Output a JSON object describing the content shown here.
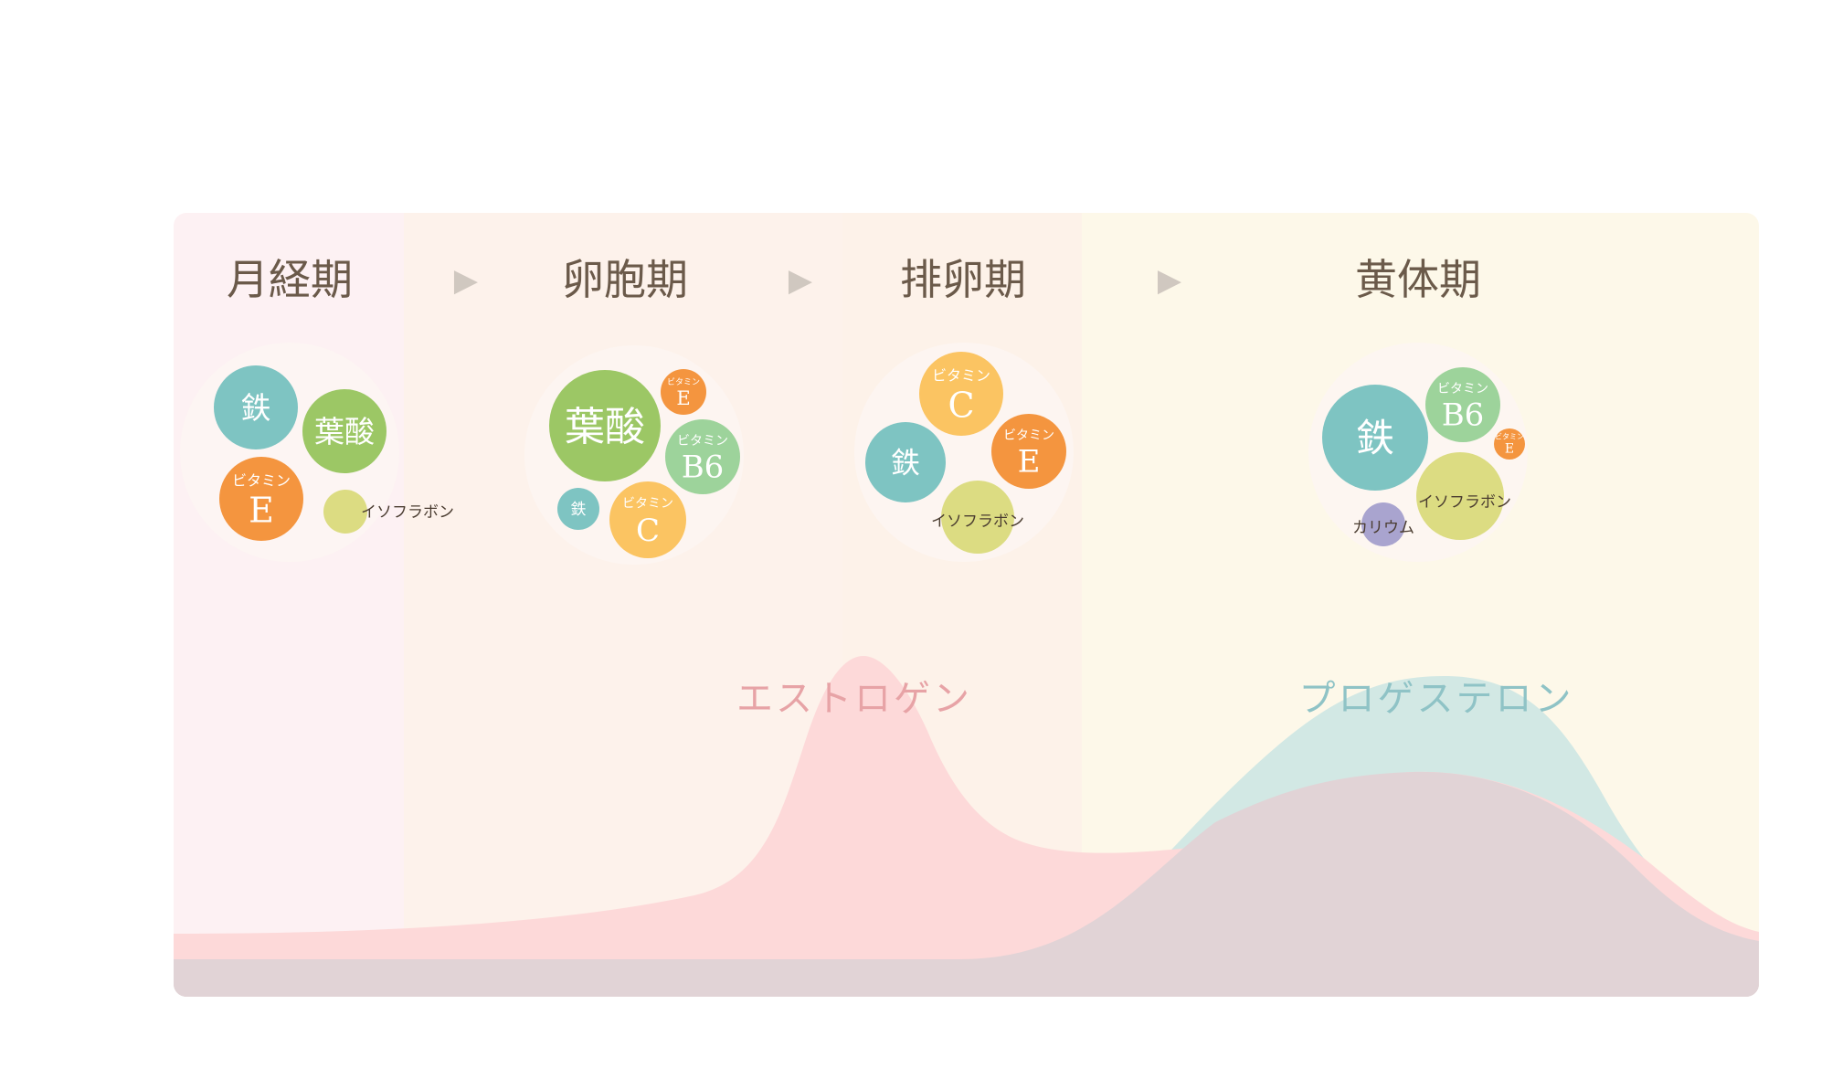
{
  "colors": {
    "menstrual_band": "#fdf1f3",
    "follicular_band": "#fdf2eb",
    "ovulation_band": "#fdf2e9",
    "luteal_band": "#fdf8e9",
    "estrogen_fill": "#fdd9d9",
    "progesterone_fill": "#d2e8e4",
    "overlap_fill": "#e1d3d6",
    "baseline_fill": "#e1d3d6",
    "title_text": "#6b5a4a",
    "arrow": "#d0c8c0",
    "estrogen_label": "#e7a3a6",
    "progesterone_label": "#8fc3c6",
    "cluster_bg": "#fdf6f2"
  },
  "phases": [
    {
      "id": "menstrual",
      "title": "月経期",
      "nutrients": [
        {
          "name": "鉄",
          "prefix": "",
          "color": "#7ec4c2"
        },
        {
          "name": "葉酸",
          "prefix": "",
          "color": "#9cc765"
        },
        {
          "name": "E",
          "prefix": "ビタミン",
          "color": "#f4953f"
        },
        {
          "name": "イソフラボン",
          "prefix": "",
          "color": "#dcdc82"
        }
      ]
    },
    {
      "id": "follicular",
      "title": "卵胞期",
      "nutrients": [
        {
          "name": "葉酸",
          "prefix": "",
          "color": "#9cc765"
        },
        {
          "name": "E",
          "prefix": "ビタミン",
          "color": "#f4953f"
        },
        {
          "name": "B6",
          "prefix": "ビタミン",
          "color": "#9dd39b"
        },
        {
          "name": "鉄",
          "prefix": "",
          "color": "#7ec4c2"
        },
        {
          "name": "C",
          "prefix": "ビタミン",
          "color": "#fbc462"
        }
      ]
    },
    {
      "id": "ovulation",
      "title": "排卵期",
      "nutrients": [
        {
          "name": "C",
          "prefix": "ビタミン",
          "color": "#fbc462"
        },
        {
          "name": "鉄",
          "prefix": "",
          "color": "#7ec4c2"
        },
        {
          "name": "E",
          "prefix": "ビタミン",
          "color": "#f4953f"
        },
        {
          "name": "イソフラボン",
          "prefix": "",
          "color": "#dcdc82"
        }
      ]
    },
    {
      "id": "luteal",
      "title": "黄体期",
      "nutrients": [
        {
          "name": "鉄",
          "prefix": "",
          "color": "#7ec4c2"
        },
        {
          "name": "B6",
          "prefix": "ビタミン",
          "color": "#9dd39b"
        },
        {
          "name": "E",
          "prefix": "ビタミン",
          "color": "#f4953f"
        },
        {
          "name": "イソフラボン",
          "prefix": "",
          "color": "#dcdc82"
        },
        {
          "name": "カリウム",
          "prefix": "",
          "color": "#a9a4cf"
        }
      ]
    }
  ],
  "arrows": [
    "▶",
    "▶",
    "▶"
  ],
  "hormones": {
    "estrogen": "エストロゲン",
    "progesterone": "プロゲステロン"
  }
}
